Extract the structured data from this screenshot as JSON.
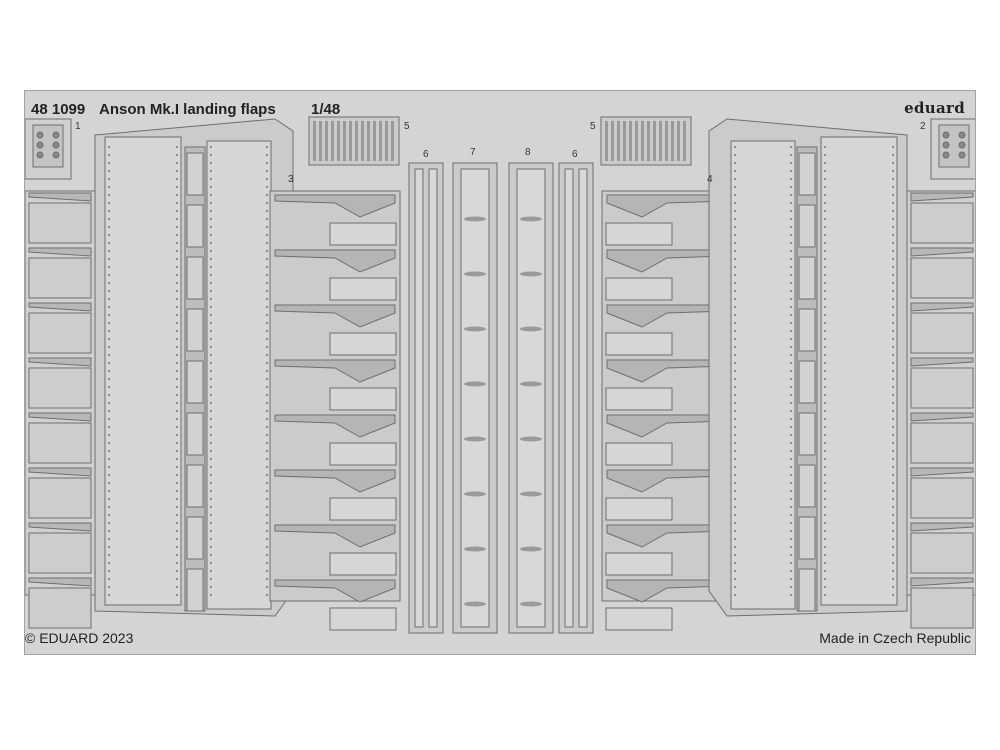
{
  "sheet": {
    "code": "48 1099",
    "name": "Anson Mk.I landing flaps",
    "scale": "1/48",
    "brand": "eduard",
    "copyright": "© EDUARD 2023",
    "origin": "Made in Czech Republic"
  },
  "part_numbers": {
    "p1": "1",
    "p2": "2",
    "p3": "3",
    "p4": "4",
    "p5a": "5",
    "p5b": "5",
    "p6a": "6",
    "p7": "7",
    "p8": "8",
    "p6b": "6"
  },
  "colors": {
    "background": "#ffffff",
    "fret": "#d4d4d4",
    "part": "#c3c3c3",
    "outline": "#6e6e6e"
  }
}
